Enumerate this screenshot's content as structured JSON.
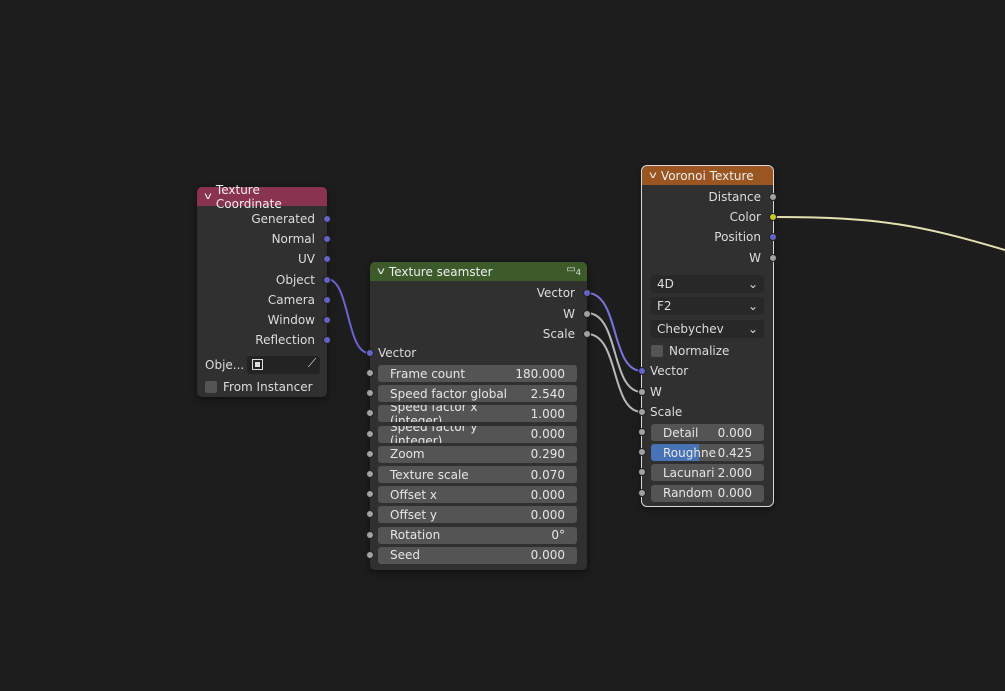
{
  "colors": {
    "background": "#1d1d1d",
    "node_body": "#303030",
    "texcoord_header": "#8a3350",
    "group_header": "#3d5a2b",
    "voronoi_header": "#9a5521",
    "vector_socket": "#6363c7",
    "float_socket": "#a1a1a1",
    "color_socket": "#c7c729"
  },
  "texcoord": {
    "title": "Texture Coordinate",
    "outputs": [
      "Generated",
      "Normal",
      "UV",
      "Object",
      "Camera",
      "Window",
      "Reflection"
    ],
    "object_label": "Obje...",
    "from_instancer": "From Instancer"
  },
  "group": {
    "title": "Texture seamster",
    "users": "4",
    "outputs": [
      "Vector",
      "W",
      "Scale"
    ],
    "input_vector": "Vector",
    "fields": [
      {
        "label": "Frame count",
        "value": "180.000"
      },
      {
        "label": "Speed factor global",
        "value": "2.540"
      },
      {
        "label": "Speed factor x (integer)",
        "value": "1.000"
      },
      {
        "label": "Speed factor y (integer)",
        "value": "0.000"
      },
      {
        "label": "Zoom",
        "value": "0.290"
      },
      {
        "label": "Texture scale",
        "value": "0.070"
      },
      {
        "label": "Offset x",
        "value": "0.000"
      },
      {
        "label": "Offset y",
        "value": "0.000"
      },
      {
        "label": "Rotation",
        "value": "0°"
      },
      {
        "label": "Seed",
        "value": "0.000"
      }
    ]
  },
  "voronoi": {
    "title": "Voronoi Texture",
    "outputs": [
      "Distance",
      "Color",
      "Position",
      "W"
    ],
    "dimensions": "4D",
    "feature": "F2",
    "metric": "Chebychev",
    "normalize": "Normalize",
    "inputs": [
      "Vector",
      "W",
      "Scale"
    ],
    "fields": [
      {
        "label": "Detail",
        "value": "0.000",
        "fraction": 0
      },
      {
        "label": "Roughne",
        "value": "0.425",
        "fraction": 0.425
      },
      {
        "label": "Lacunari",
        "value": "2.000",
        "fraction": 0
      },
      {
        "label": "Random",
        "value": "0.000",
        "fraction": 0
      }
    ]
  }
}
